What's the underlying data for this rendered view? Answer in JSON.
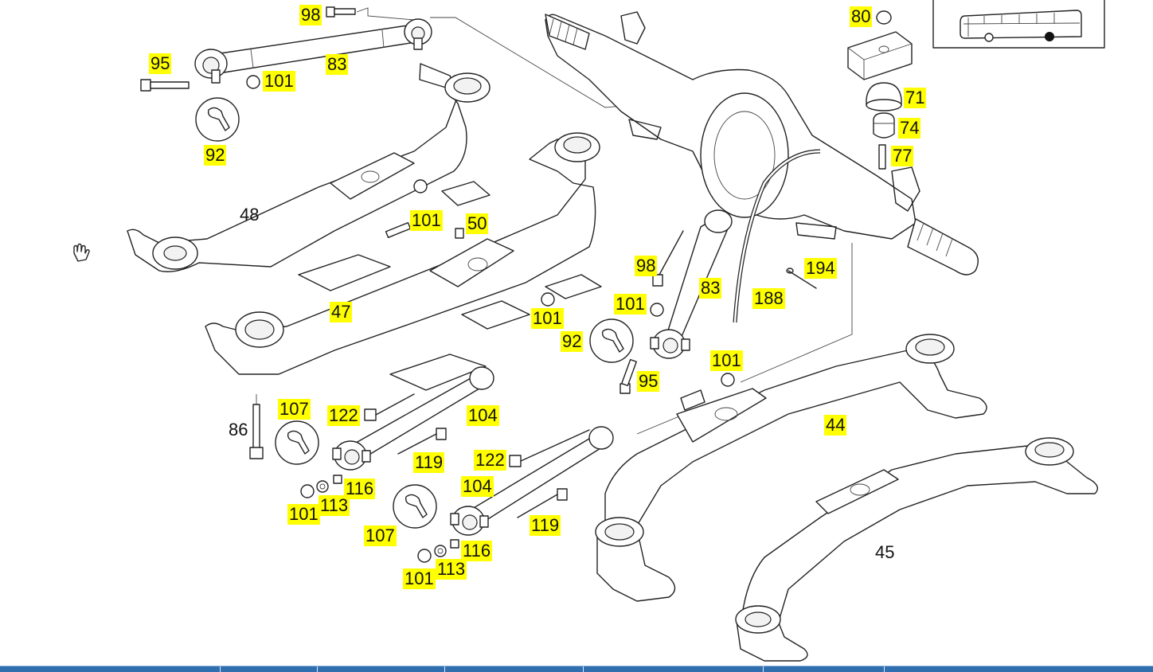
{
  "diagram": {
    "part_callouts": [
      {
        "id": "c98a",
        "label": "98"
      },
      {
        "id": "c95a",
        "label": "95"
      },
      {
        "id": "c101a",
        "label": "101"
      },
      {
        "id": "c83a",
        "label": "83"
      },
      {
        "id": "c92a",
        "label": "92"
      },
      {
        "id": "c101b",
        "label": "101"
      },
      {
        "id": "c50",
        "label": "50"
      },
      {
        "id": "c47",
        "label": "47"
      },
      {
        "id": "c101c",
        "label": "101"
      },
      {
        "id": "c92b",
        "label": "92"
      },
      {
        "id": "c98b",
        "label": "98"
      },
      {
        "id": "c83b",
        "label": "83"
      },
      {
        "id": "c101d",
        "label": "101"
      },
      {
        "id": "c95b",
        "label": "95"
      },
      {
        "id": "c101e",
        "label": "101"
      },
      {
        "id": "c80",
        "label": "80"
      },
      {
        "id": "c71",
        "label": "71"
      },
      {
        "id": "c74",
        "label": "74"
      },
      {
        "id": "c77",
        "label": "77"
      },
      {
        "id": "c194",
        "label": "194"
      },
      {
        "id": "c188",
        "label": "188"
      },
      {
        "id": "c107a",
        "label": "107"
      },
      {
        "id": "c122a",
        "label": "122"
      },
      {
        "id": "c104a",
        "label": "104"
      },
      {
        "id": "c119a",
        "label": "119"
      },
      {
        "id": "c116a",
        "label": "116"
      },
      {
        "id": "c113a",
        "label": "113"
      },
      {
        "id": "c101f",
        "label": "101"
      },
      {
        "id": "c122b",
        "label": "122"
      },
      {
        "id": "c104b",
        "label": "104"
      },
      {
        "id": "c107b",
        "label": "107"
      },
      {
        "id": "c119b",
        "label": "119"
      },
      {
        "id": "c116b",
        "label": "116"
      },
      {
        "id": "c113b",
        "label": "113"
      },
      {
        "id": "c101g",
        "label": "101"
      },
      {
        "id": "c44",
        "label": "44"
      }
    ],
    "plain_labels": [
      {
        "id": "p48",
        "label": "48"
      },
      {
        "id": "p86",
        "label": "86"
      },
      {
        "id": "p45",
        "label": "45"
      }
    ],
    "vehicle_thumbnail": "bus-icon",
    "cursor_icon": "hand-cursor-icon",
    "tool_symbol": "wrench-icon",
    "colors": {
      "callout_bg": "#ffff00",
      "line": "#222222",
      "bottom_strip": "#2f6fb0"
    }
  }
}
